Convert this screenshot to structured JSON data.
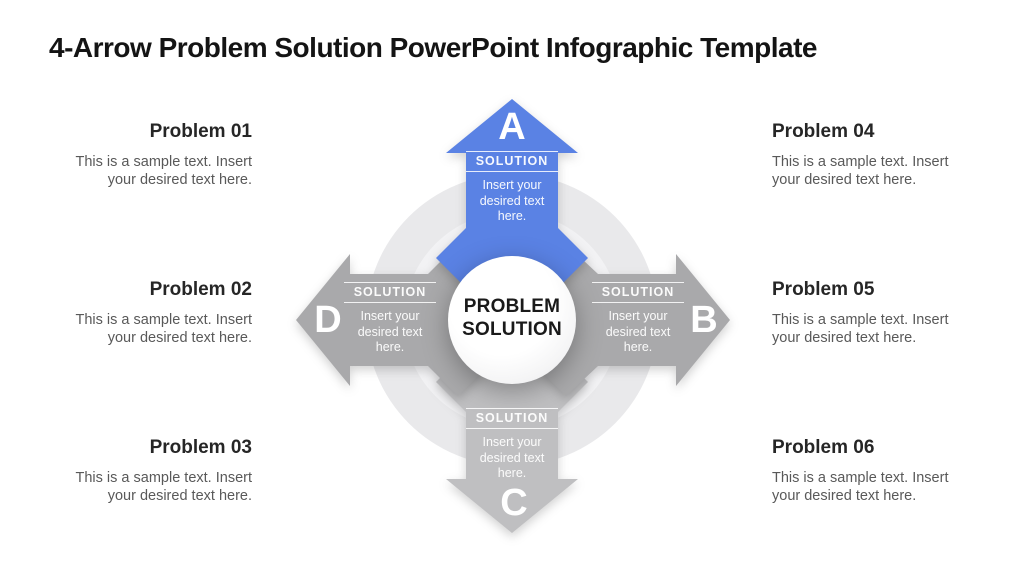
{
  "slide": {
    "title": "4-Arrow Problem Solution PowerPoint Infographic Template",
    "background_color": "#ffffff"
  },
  "problems": {
    "left": [
      {
        "heading": "Problem 01",
        "line1": "This is a sample text. Insert",
        "line2": "your desired text here."
      },
      {
        "heading": "Problem 02",
        "line1": "This is a sample text. Insert",
        "line2": "your desired text here."
      },
      {
        "heading": "Problem 03",
        "line1": "This is a sample text. Insert",
        "line2": "your desired text here."
      }
    ],
    "right": [
      {
        "heading": "Problem 04",
        "line1": "This is a sample text. Insert",
        "line2": "your desired text here."
      },
      {
        "heading": "Problem 05",
        "line1": "This is a sample text. Insert",
        "line2": "your desired text here."
      },
      {
        "heading": "Problem 06",
        "line1": "This is a sample text. Insert",
        "line2": "your desired text here."
      }
    ]
  },
  "diagram": {
    "center_label": {
      "line1": "PROBLEM",
      "line2": "SOLUTION"
    },
    "center_circle_color": "#ffffff",
    "ring": {
      "outer_color": "#e9e9eb",
      "inner_color": "#f2f2f4"
    },
    "arrows": [
      {
        "letter": "A",
        "direction": "up",
        "label": "SOLUTION",
        "body_line1": "Insert your",
        "body_line2": "desired text",
        "body_line3": "here.",
        "color": "#5a82e4"
      },
      {
        "letter": "B",
        "direction": "right",
        "label": "SOLUTION",
        "body_line1": "Insert your",
        "body_line2": "desired text",
        "body_line3": "here.",
        "color": "#a9a9ab"
      },
      {
        "letter": "C",
        "direction": "down",
        "label": "SOLUTION",
        "body_line1": "Insert your",
        "body_line2": "desired text",
        "body_line3": "here.",
        "color": "#bfbfc1"
      },
      {
        "letter": "D",
        "direction": "left",
        "label": "SOLUTION",
        "body_line1": "Insert your",
        "body_line2": "desired text",
        "body_line3": "here.",
        "color": "#a9a9ab"
      }
    ]
  }
}
